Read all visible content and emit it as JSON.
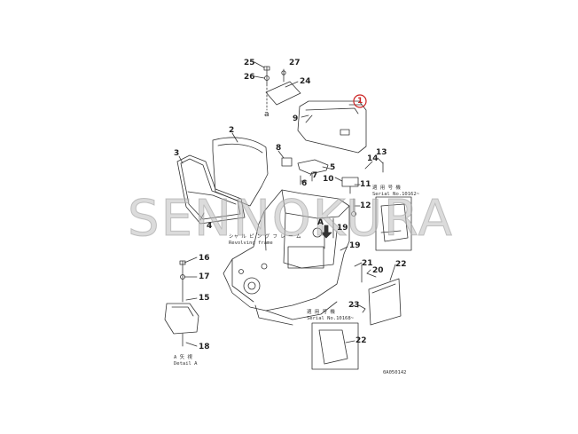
{
  "callouts": [
    {
      "id": "25",
      "label": "25"
    },
    {
      "id": "27",
      "label": "27"
    },
    {
      "id": "26",
      "label": "26"
    },
    {
      "id": "24",
      "label": "24"
    },
    {
      "id": "a",
      "label": "a"
    },
    {
      "id": "1",
      "label": "1"
    },
    {
      "id": "9",
      "label": "9"
    },
    {
      "id": "2",
      "label": "2"
    },
    {
      "id": "3",
      "label": "3"
    },
    {
      "id": "8",
      "label": "8"
    },
    {
      "id": "5",
      "label": "5"
    },
    {
      "id": "13",
      "label": "13"
    },
    {
      "id": "14",
      "label": "14"
    },
    {
      "id": "7",
      "label": "7"
    },
    {
      "id": "6",
      "label": "6"
    },
    {
      "id": "10",
      "label": "10"
    },
    {
      "id": "11",
      "label": "11"
    },
    {
      "id": "12",
      "label": "12"
    },
    {
      "id": "4",
      "label": "4"
    },
    {
      "id": "19a",
      "label": "19"
    },
    {
      "id": "A",
      "label": "A"
    },
    {
      "id": "19b",
      "label": "19"
    },
    {
      "id": "16",
      "label": "16"
    },
    {
      "id": "17",
      "label": "17"
    },
    {
      "id": "15",
      "label": "15"
    },
    {
      "id": "21",
      "label": "21"
    },
    {
      "id": "20",
      "label": "20"
    },
    {
      "id": "22a",
      "label": "22"
    },
    {
      "id": "23",
      "label": "23"
    },
    {
      "id": "18",
      "label": "18"
    },
    {
      "id": "22b",
      "label": "22"
    }
  ],
  "captions": {
    "serial_top_jp": "適 用 号 機",
    "serial_top": "Serial No.10162~",
    "frame_jp": "シャ ル ピ ン グ フ レ ー ム",
    "frame_en": "Revolving frame",
    "serial_mid_jp": "適 用 号 機",
    "serial_mid": "Serial No.10168~",
    "view_jp": "A 矢 視",
    "view_en": "Detail A"
  },
  "watermark": "SENNOKURA",
  "drawing_code": "0A050142",
  "colors": {
    "line": "#333333",
    "highlight_ring": "#cc2222",
    "watermark": "#bebebe"
  }
}
